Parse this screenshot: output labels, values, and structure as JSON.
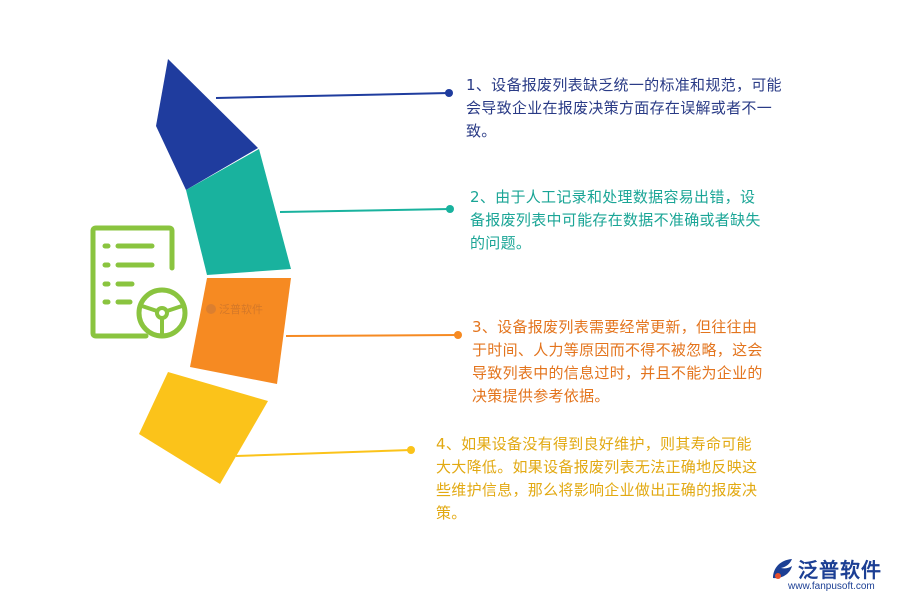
{
  "notes": [
    {
      "text": "1、设备报废列表缺乏统一的标准和规范，可能会导致企业在报废决策方面存在误解或者不一致。",
      "color": "#2a3b86"
    },
    {
      "text": "2、由于人工记录和处理数据容易出错，设备报废列表中可能存在数据不准确或者缺失的问题。",
      "color": "#1aa596"
    },
    {
      "text": "3、设备报废列表需要经常更新，但往往由于时间、人力等原因而不得不被忽略，这会导致列表中的信息过时，并且不能为企业的决策提供参考依据。",
      "color": "#e3741d"
    },
    {
      "text": "4、如果设备没有得到良好维护，则其寿命可能大大降低。如果设备报废列表无法正确地反映这些维护信息，那么将影响企业做出正确的报废决策。",
      "color": "#e2a912"
    }
  ],
  "segments": [
    {
      "color": "#1f3c9e"
    },
    {
      "color": "#19b29e"
    },
    {
      "color": "#f68a22"
    },
    {
      "color": "#fbc31a"
    }
  ],
  "icon": {
    "name": "document-steering-wheel-icon",
    "color": "#8ac43f"
  },
  "watermark": {
    "text": "泛普软件"
  },
  "brand": {
    "name": "泛普软件",
    "url": "www.fanpusoft.com",
    "color": "#1c3f94"
  }
}
